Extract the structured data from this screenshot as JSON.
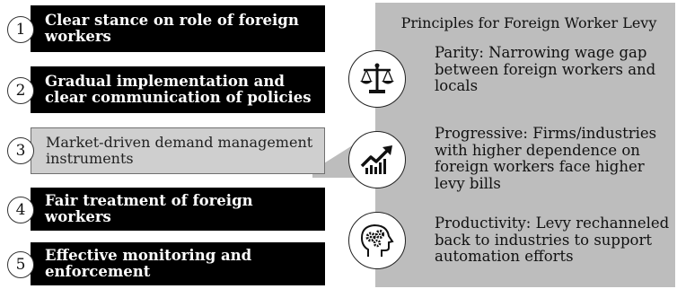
{
  "items": [
    {
      "number": "1",
      "text": "Clear stance on role of foreign workers"
    },
    {
      "number": "2",
      "text": "Gradual implementation and clear communication of policies"
    },
    {
      "number": "3",
      "text": "Market-driven demand management instruments"
    },
    {
      "number": "4",
      "text": "Fair treatment of foreign workers"
    },
    {
      "number": "5",
      "text": "Effective monitoring and enforcement"
    }
  ],
  "panel": {
    "title": "Principles for Foreign Worker Levy",
    "principles": [
      {
        "icon": "balance-scale-icon",
        "text": "Parity: Narrowing wage gap between foreign workers and locals"
      },
      {
        "icon": "rising-chart-icon",
        "text": "Progressive: Firms/industries with higher dependence on foreign workers face higher levy bills"
      },
      {
        "icon": "head-gears-icon",
        "text": "Productivity: Levy rechanneled back to industries to support automation efforts"
      }
    ]
  },
  "colors": {
    "dark_box": "#000000",
    "highlight_box": "#cfcfcf",
    "panel": "#bdbdbd",
    "text": "#111111"
  }
}
